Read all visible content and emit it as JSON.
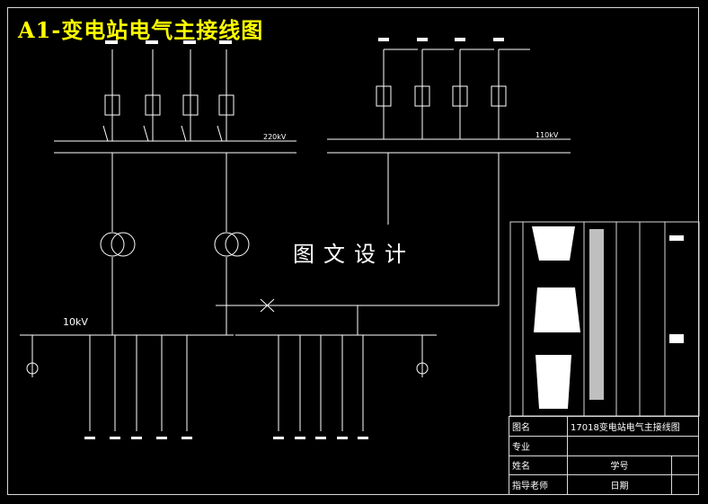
{
  "title": "A1-变电站电气主接线图",
  "watermark": "图文设计",
  "bus_220": "220kV",
  "bus_110": "110kV",
  "bus_10": "10kV",
  "titleblock": {
    "row1_label": "图名",
    "row1_value": "17018变电站电气主接线图",
    "row2_label": "专业",
    "row3_label": "姓名",
    "row3_mid": "学号",
    "row4_label": "指导老师",
    "row4_mid": "日期"
  },
  "colors": {
    "line": "#ffffff",
    "title": "#ffff00",
    "accent_green": "#00ff00"
  }
}
